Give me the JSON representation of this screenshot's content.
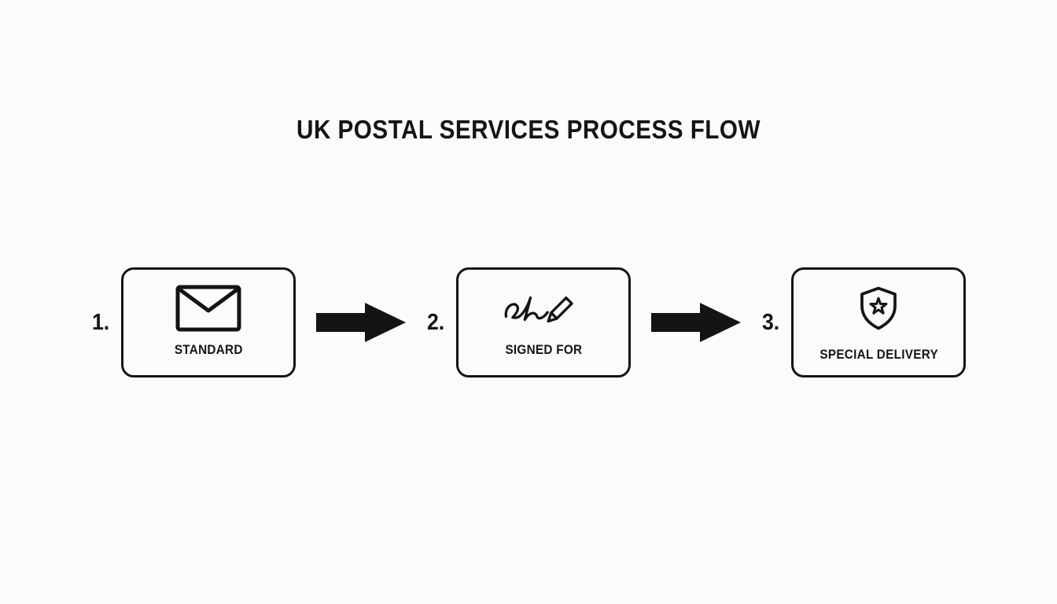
{
  "title": "UK POSTAL SERVICES PROCESS FLOW",
  "steps": [
    {
      "number": "1.",
      "label": "STANDARD",
      "icon": "envelope-icon"
    },
    {
      "number": "2.",
      "label": "SIGNED FOR",
      "icon": "signature-icon"
    },
    {
      "number": "3.",
      "label": "SPECIAL DELIVERY",
      "icon": "shield-star-icon"
    }
  ],
  "colors": {
    "ink": "#141414",
    "background": "#fbfbf9"
  }
}
